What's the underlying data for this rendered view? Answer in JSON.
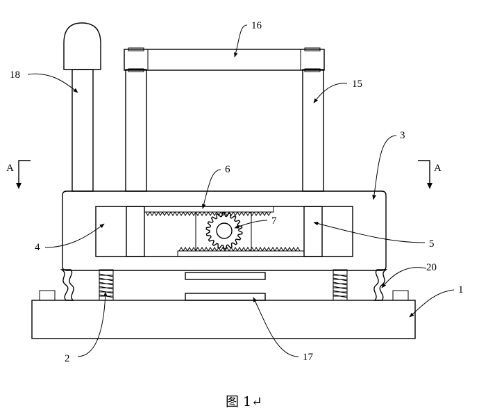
{
  "figure": {
    "caption": "图 1↵",
    "section_marks": {
      "left": "A",
      "right": "A"
    },
    "labels": {
      "base": "1",
      "spring": "2",
      "housing": "3",
      "left_block": "4",
      "right_block": "5",
      "upper_rack": "6",
      "gear": "7",
      "right_post": "15",
      "top_bar": "16",
      "center_pad": "17",
      "handle": "18",
      "side_clip": "20"
    }
  }
}
